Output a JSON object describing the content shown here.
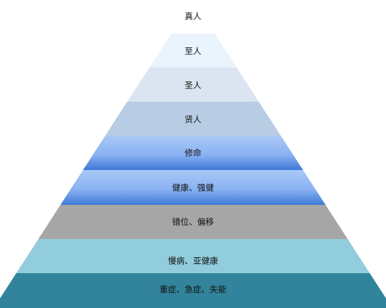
{
  "pyramid": {
    "levels": [
      {
        "label": "真人",
        "style": "white"
      },
      {
        "label": "至人",
        "style": "pale-blue"
      },
      {
        "label": "圣人",
        "style": "light-gray-blue"
      },
      {
        "label": "贤人",
        "style": "steel-blue-light"
      },
      {
        "label": "修命",
        "style": "blue-gradient"
      },
      {
        "label": "健康、强健",
        "style": "blue-gradient"
      },
      {
        "label": "错位、偏移",
        "style": "gray"
      },
      {
        "label": "慢病、亚健康",
        "style": "light-cyan"
      },
      {
        "label": "重症、急症、失能",
        "style": "teal"
      }
    ],
    "colors": {
      "white": "#ffffff",
      "pale-blue": "#e9f4fd",
      "light-gray-blue": "#dbe5f1",
      "steel-blue-light": "#b8cce4",
      "blue-gradient-top": "#a9c8f7",
      "blue-gradient-mid": "#8ab2f2",
      "blue-gradient-bottom": "#3f79d8",
      "gray": "#a6a6a6",
      "light-cyan": "#92cddd",
      "teal": "#31849b"
    }
  }
}
